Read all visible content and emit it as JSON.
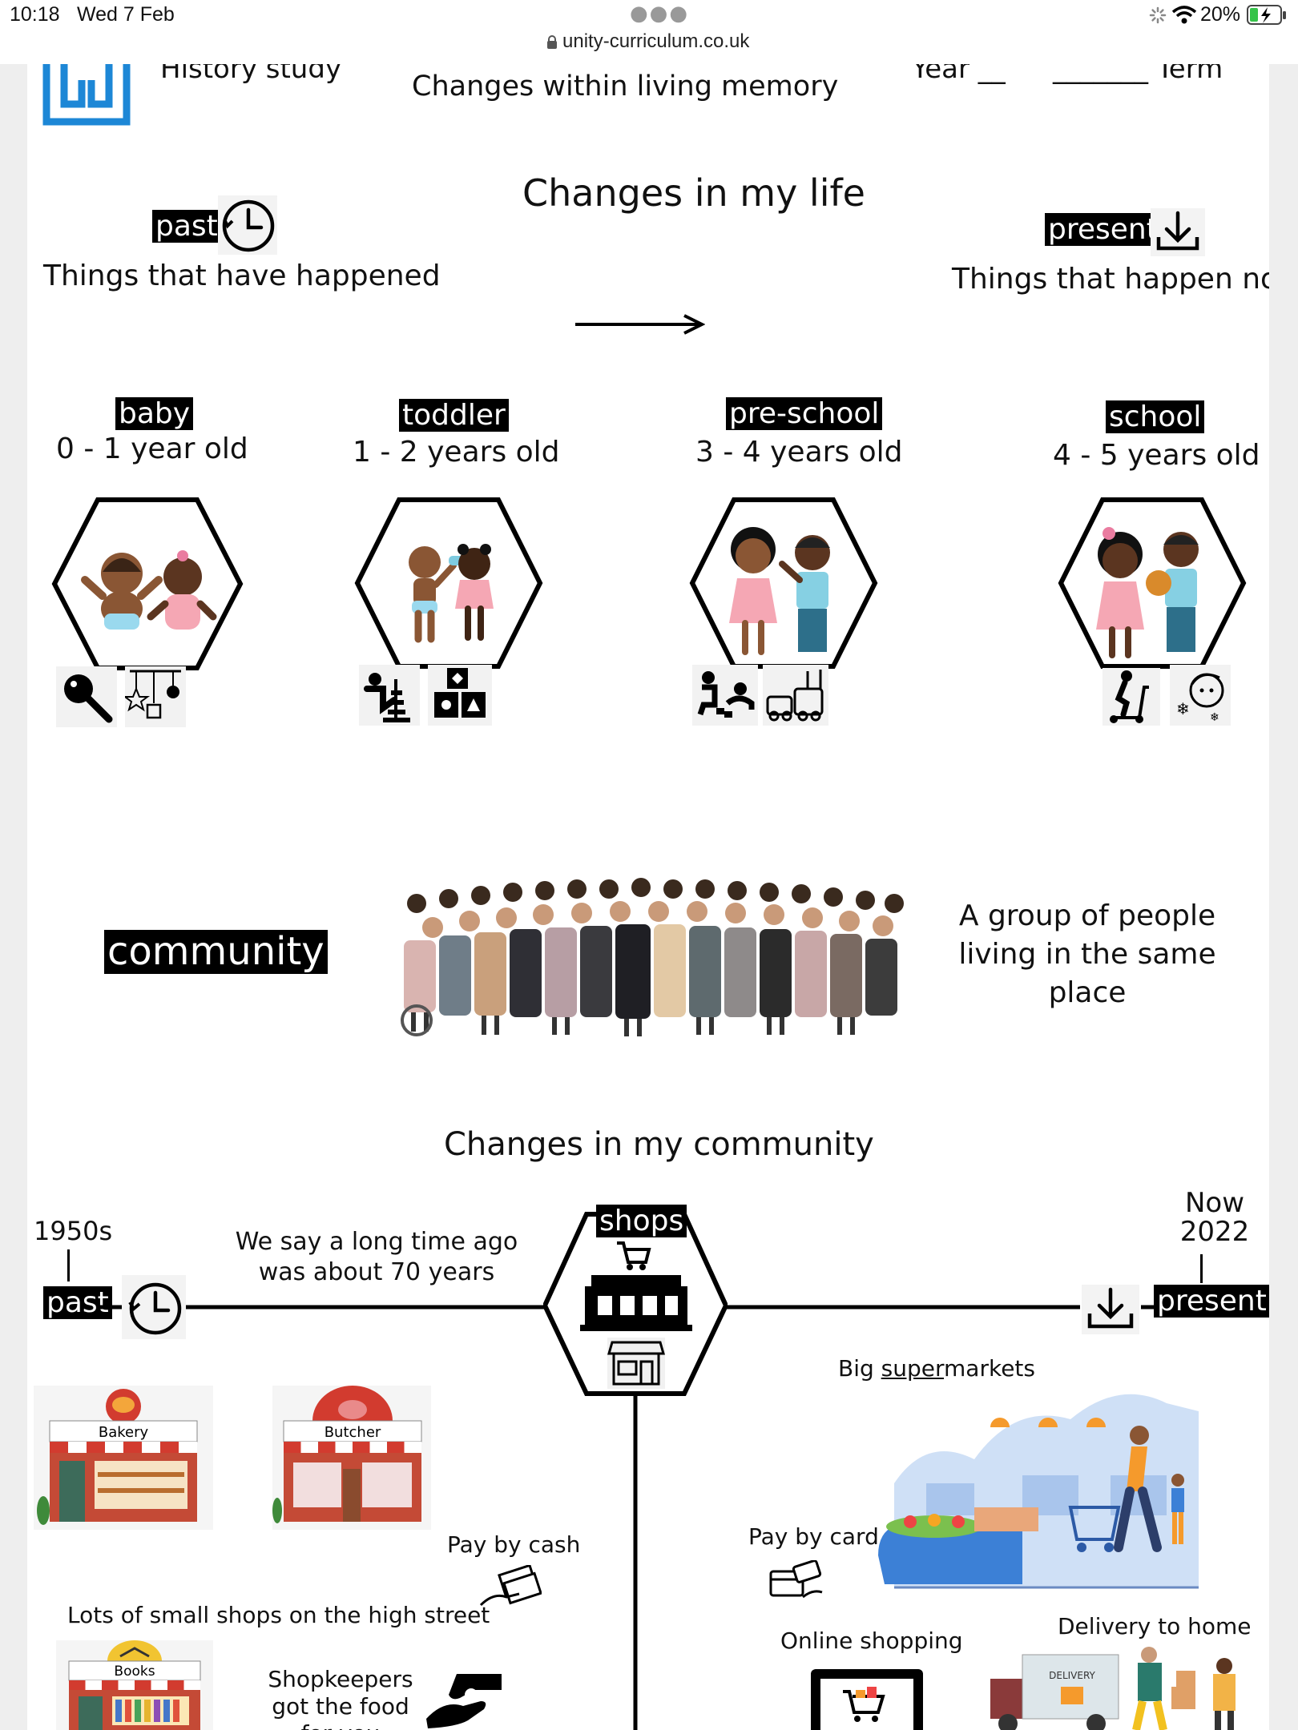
{
  "status_bar": {
    "time": "10:18",
    "date": "Wed 7 Feb",
    "url": "unity-curriculum.co.uk",
    "battery": "20%"
  },
  "header": {
    "left": "History study",
    "center": "Changes within living memory",
    "year_label": "Year __",
    "term_label": "_______ Term"
  },
  "intro": {
    "title": "Changes in my life",
    "past_tag": "past",
    "past_text": "Things that have happened",
    "present_tag": "present",
    "present_text": "Things that happen now"
  },
  "life_stages": [
    {
      "tag": "baby",
      "age": "0 - 1 year old"
    },
    {
      "tag": "toddler",
      "age": "1 - 2 years old"
    },
    {
      "tag": "pre-school",
      "age": "3 - 4 years old"
    },
    {
      "tag": "school",
      "age": "4 - 5 years old"
    }
  ],
  "community": {
    "tag": "community",
    "definition_lines": [
      "A group of people",
      "living in the same",
      "place"
    ]
  },
  "timeline": {
    "title": "Changes in my community",
    "start_label": "1950s",
    "past_tag": "past",
    "note_lines": [
      "We say a long time ago",
      "was about 70 years"
    ],
    "center_tag": "shops",
    "end_label_1": "Now",
    "end_label_2": "2022",
    "present_tag": "present"
  },
  "past_items": {
    "bakery_sign": "Bakery",
    "butcher_sign": "Butcher",
    "books_sign": "Books",
    "pay_cash": "Pay by cash",
    "small_shops": "Lots of small shops on the high street",
    "shopkeepers_lines": [
      "Shopkeepers",
      "got the food",
      "for you"
    ]
  },
  "present_items": {
    "supermarkets_prefix": "Big ",
    "supermarkets_underlined": "super",
    "supermarkets_suffix": "markets",
    "pay_card": "Pay by card",
    "online": "Online shopping",
    "delivery": "Delivery to home",
    "truck_label": "DELIVERY"
  },
  "colors": {
    "logo_blue": "#1d87d6",
    "tag_bg": "#000000",
    "shop_red": "#d23b2f",
    "supermarket_blue": "#cfe0f6"
  }
}
